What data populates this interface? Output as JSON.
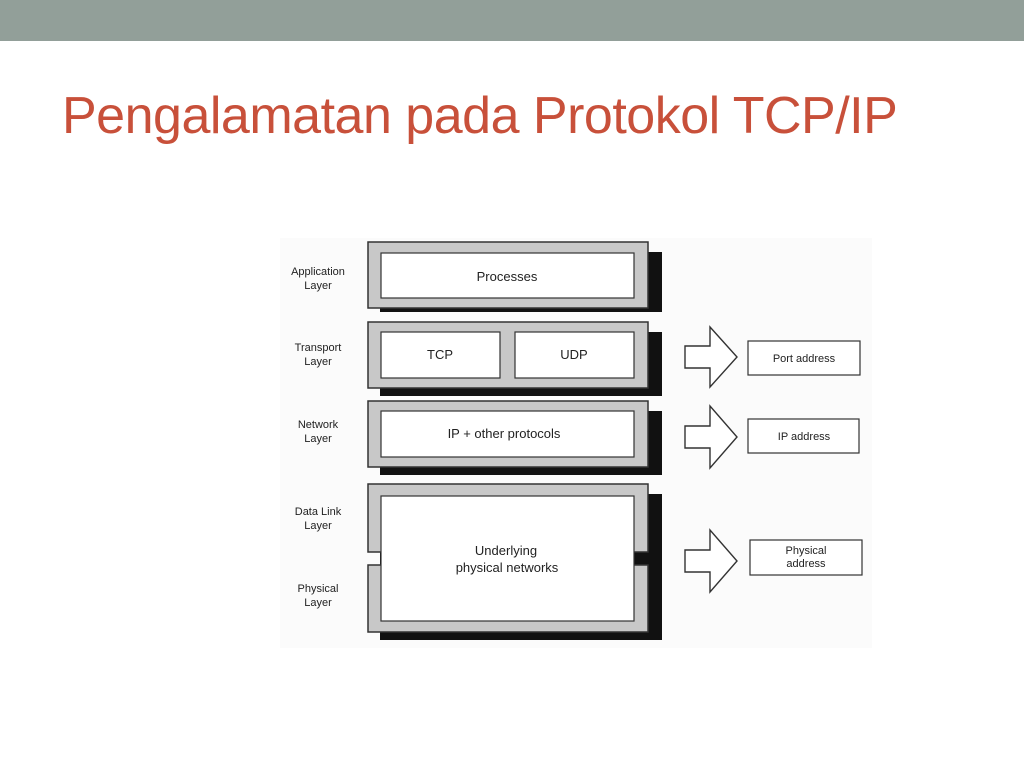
{
  "slide": {
    "title": "Pengalamatan pada Protokol TCP/IP"
  },
  "colors": {
    "top_bar": "#929f99",
    "title": "#c8503a",
    "layer_frame": "#c8c8c8",
    "shadow": "#111111",
    "border": "#333333"
  },
  "diagram": {
    "layers": [
      {
        "line1": "Application",
        "line2": "Layer"
      },
      {
        "line1": "Transport",
        "line2": "Layer"
      },
      {
        "line1": "Network",
        "line2": "Layer"
      },
      {
        "line1": "Data Link",
        "line2": "Layer"
      },
      {
        "line1": "Physical",
        "line2": "Layer"
      }
    ],
    "boxes": {
      "processes": "Processes",
      "tcp": "TCP",
      "udp": "UDP",
      "ip": "IP + other protocols",
      "underlying_line1": "Underlying",
      "underlying_line2": "physical networks"
    },
    "addresses": {
      "port": "Port address",
      "ip": "IP address",
      "physical_line1": "Physical",
      "physical_line2": "address"
    }
  }
}
